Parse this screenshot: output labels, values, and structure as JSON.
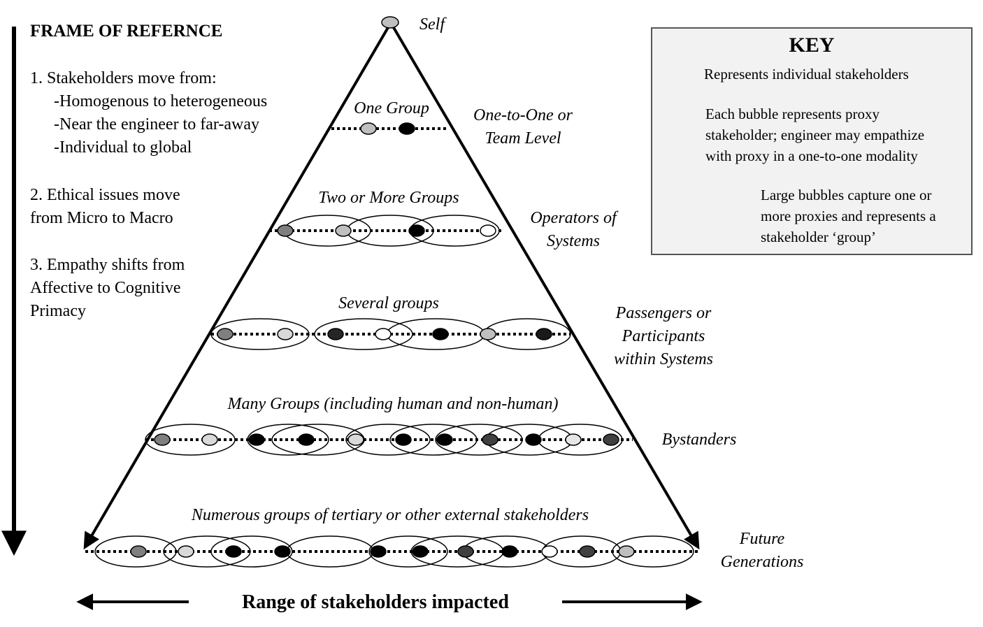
{
  "frame": {
    "title": "FRAME OF REFERNCE",
    "item1": "1. Stakeholders move from:",
    "item1_sub": [
      "-Homogenous to heterogeneous",
      "-Near the engineer to far-away",
      "-Individual to global"
    ],
    "item2": [
      "2. Ethical issues move",
      "from Micro to Macro"
    ],
    "item3": [
      "3. Empathy shifts from",
      "Affective to Cognitive",
      "Primacy"
    ]
  },
  "key": {
    "title": "KEY",
    "dotted": "Represents individual stakeholders",
    "bubbles": [
      "Each bubble represents proxy",
      "stakeholder; engineer may  empathize",
      "with proxy in a one-to-one modality"
    ],
    "large": [
      "Large bubbles capture one or",
      "more proxies and represents a",
      "stakeholder ‘group’"
    ]
  },
  "pyramid": {
    "apex_label": "Self",
    "levels": [
      {
        "group_label": "One Group",
        "side_label": [
          "One-to-One or",
          "Team Level"
        ],
        "markers": [
          "#bfbfbf",
          "#000000"
        ]
      },
      {
        "group_label": "Two or More Groups",
        "side_label": [
          "Operators of",
          "Systems"
        ],
        "markers": [
          "#7f7f7f",
          "#bfbfbf",
          "#000000",
          "#ffffff"
        ]
      },
      {
        "group_label": "Several groups",
        "side_label": [
          "Passengers or",
          "Participants",
          "within Systems"
        ],
        "markers": [
          "#7f7f7f",
          "#d9d9d9",
          "#262626",
          "#ffffff",
          "#000000",
          "#bfbfbf",
          "#1a1a1a"
        ]
      },
      {
        "group_label": "Many Groups (including human and non-human)",
        "side_label": [
          "Bystanders"
        ],
        "markers": [
          "#7f7f7f",
          "#d9d9d9",
          "#000000",
          "#000000",
          "#d9d9d9",
          "#000000",
          "#000000",
          "#404040",
          "#000000",
          "#e6e6e6",
          "#404040"
        ]
      },
      {
        "group_label": "Numerous groups of tertiary or other external stakeholders",
        "side_label": [
          "Future",
          "Generations"
        ],
        "markers": [
          "#7f7f7f",
          "#d9d9d9",
          "#000000",
          "#000000",
          "#000000",
          "#000000",
          "#404040",
          "#000000",
          "#ffffff",
          "#404040",
          "#bfbfbf"
        ]
      }
    ]
  },
  "bottom_label": "Range of  stakeholders impacted"
}
